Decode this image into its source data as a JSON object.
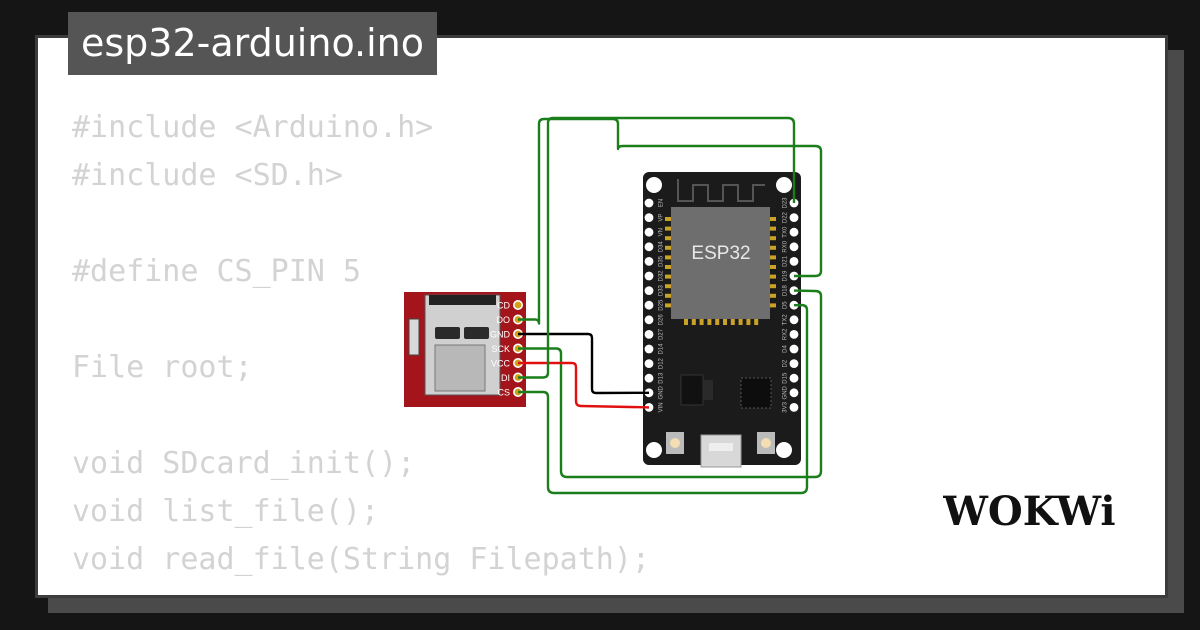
{
  "title": "esp32-arduino.ino",
  "code_lines": [
    "#include <Arduino.h>",
    "#include <SD.h>",
    "",
    "#define CS_PIN 5",
    "",
    "File root;",
    "",
    "void SDcard_init();",
    "void list_file();",
    "void read_file(String Filepath);"
  ],
  "sd_module": {
    "pins": [
      "CD",
      "DO",
      "GND",
      "SCK",
      "VCC",
      "DI",
      "CS"
    ]
  },
  "esp32": {
    "chip_label": "ESP32",
    "left_pins": [
      "EN",
      "VP",
      "VN",
      "D34",
      "D35",
      "D32",
      "D33",
      "D25",
      "D26",
      "D27",
      "D14",
      "D12",
      "D13",
      "GND",
      "VIN"
    ],
    "right_pins": [
      "D23",
      "D22",
      "TX0",
      "RX0",
      "D21",
      "D19",
      "D18",
      "D5",
      "TX2",
      "RX2",
      "D4",
      "D2",
      "D15",
      "GND",
      "3V3"
    ]
  },
  "wires": [
    {
      "from": "DO",
      "to": "D19",
      "color": "#1a7f1a"
    },
    {
      "from": "GND",
      "to": "GND",
      "color": "#000000"
    },
    {
      "from": "SCK",
      "to": "D18",
      "color": "#1a7f1a"
    },
    {
      "from": "VCC",
      "to": "VIN",
      "color": "#e01010"
    },
    {
      "from": "DI",
      "to": "D23",
      "color": "#1a7f1a"
    },
    {
      "from": "CS",
      "to": "D5",
      "color": "#1a7f1a"
    }
  ],
  "brand": "WOKWi",
  "colors": {
    "background": "#151515",
    "card": "#ffffff",
    "title_tab": "#555555",
    "code_text": "#d3d3d3",
    "sd_board": "#a3141b",
    "esp_board": "#1b1b1b",
    "wire_green": "#1a7f1a",
    "wire_red": "#e01010"
  }
}
